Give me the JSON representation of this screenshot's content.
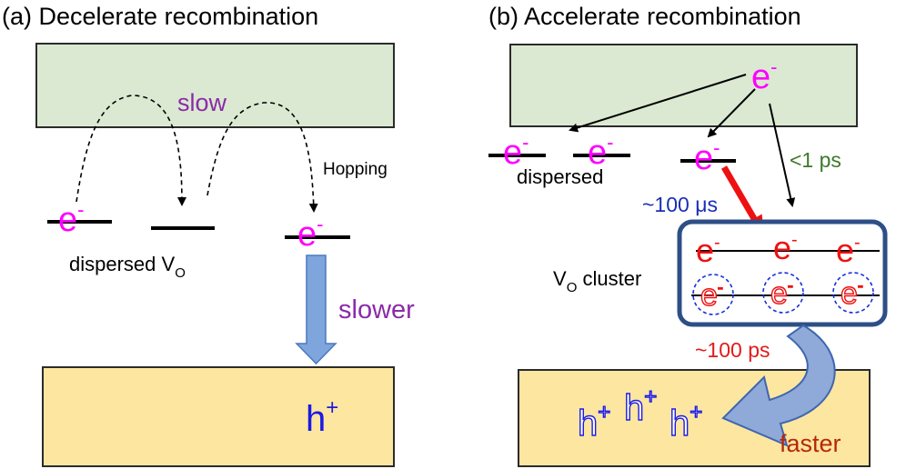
{
  "left_panel": {
    "title": "(a) Decelerate recombination",
    "slow_label": "slow",
    "hopping_label": "Hopping",
    "dispersed_label": "dispersed V",
    "dispersed_subscript": "O",
    "slower_label": "slower",
    "electron_symbol": "e",
    "charge_minus": "-",
    "hole_symbol": "h",
    "charge_plus": "+"
  },
  "right_panel": {
    "title": "(b) Accelerate recombination",
    "dispersed_label": "dispersed",
    "time_fast_label": "<1 ps",
    "time_slow_label": "~100 μs",
    "cluster_label": "V",
    "cluster_subscript": "O",
    "cluster_suffix": " cluster",
    "time_recomb_label": "~100 ps",
    "faster_label": "faster",
    "electron_symbol": "e",
    "charge_minus": "-",
    "hole_symbol": "h",
    "charge_plus": "+"
  },
  "colors": {
    "conduction_band": "#dbe9d2",
    "valence_band": "#fde6a0",
    "electron": "#ff00ff",
    "cluster_electron": "#ff0000",
    "purple_text": "#8a2ba8",
    "hole": "#1a1ae6",
    "green_text": "#3c7a2a",
    "blue_text": "#1a2fb5",
    "red_text": "#e21b1b",
    "cluster_border": "#2e4f86",
    "arrow_blue": "#7ea6dc",
    "arrow_big": "#8fa9d8",
    "faster_text": "#b5280d"
  }
}
